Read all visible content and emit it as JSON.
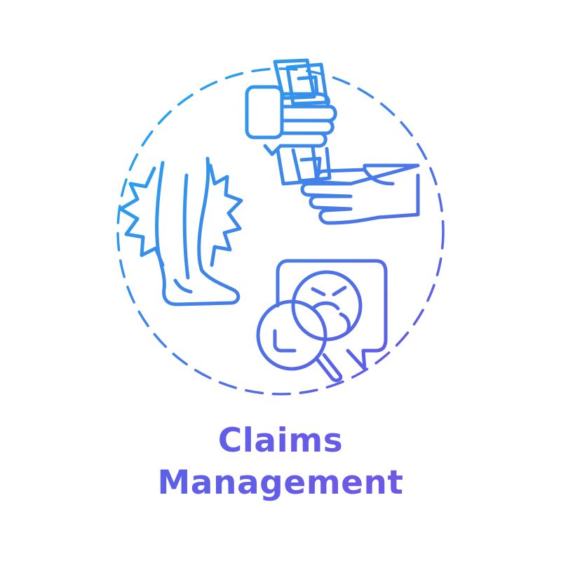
{
  "title": {
    "line1": "Claims",
    "line2": "Management"
  },
  "colors": {
    "gradient_start": "#19b4ee",
    "gradient_end": "#6a4fe4",
    "text_start": "#4f67e8",
    "text_end": "#7a52e6"
  },
  "icons": [
    "dashed-circle-frame",
    "injured-leg-icon",
    "cash-in-fist-icon",
    "open-hand-icon",
    "angry-face-chat-bubble-icon",
    "magnifier-icon"
  ]
}
